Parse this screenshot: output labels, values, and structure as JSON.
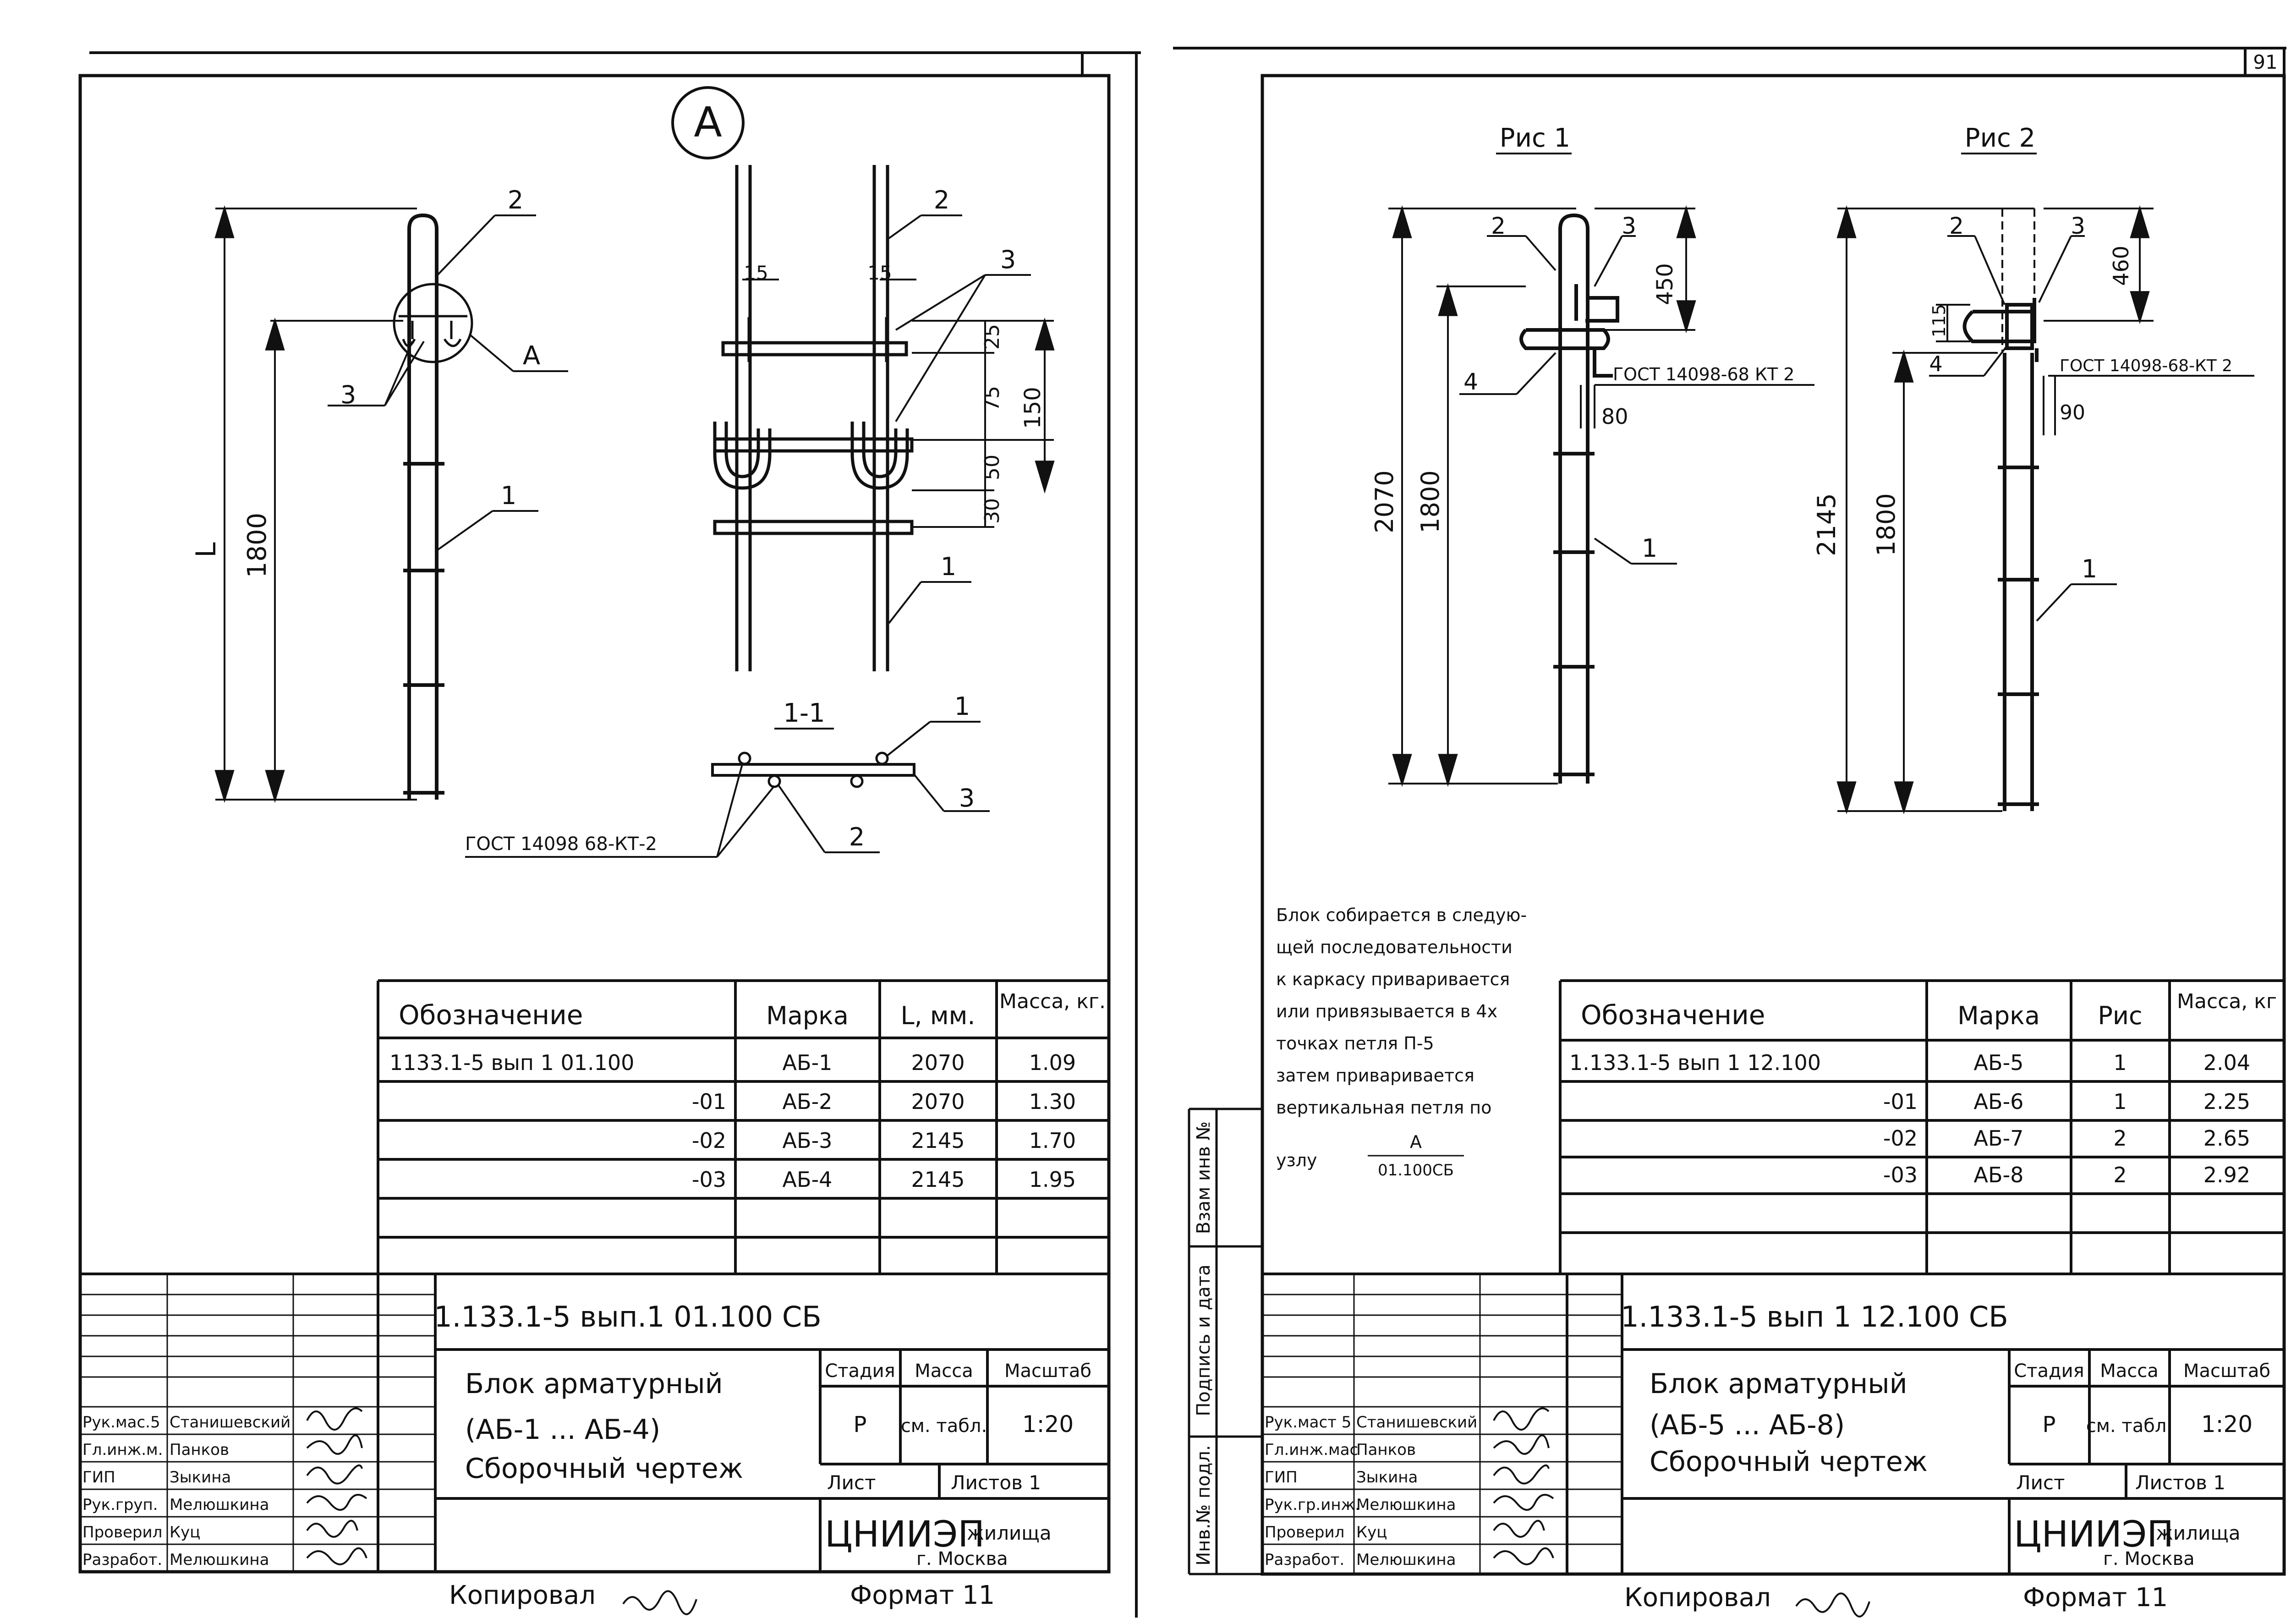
{
  "page_number": "91",
  "left_sheet": {
    "view_marker": "А",
    "elevation": {
      "dim_total": "L",
      "dim_1800": "1800",
      "callout_1": "1",
      "callout_2": "2",
      "callout_3": "3",
      "callout_a": "А"
    },
    "detail_a": {
      "dim_15_left": "15",
      "dim_15_right": "15",
      "dim_25": "25",
      "dim_75": "75",
      "dim_50": "50",
      "dim_30": "30",
      "dim_150": "150",
      "callout_1": "1",
      "callout_2": "2",
      "callout_3": "3"
    },
    "section": {
      "title": "1-1",
      "callout_1": "1",
      "callout_2": "2",
      "callout_3": "3",
      "weld_note": "ГОСТ 14098 68-КТ-2"
    },
    "spec_table": {
      "headers": [
        "Обозначение",
        "Марка",
        "L, мм.",
        "Масса, кг."
      ],
      "rows": [
        [
          "1133.1-5 вып 1 01.100",
          "АБ-1",
          "2070",
          "1.09"
        ],
        [
          "-01",
          "АБ-2",
          "2070",
          "1.30"
        ],
        [
          "-02",
          "АБ-3",
          "2145",
          "1.70"
        ],
        [
          "-03",
          "АБ-4",
          "2145",
          "1.95"
        ]
      ]
    },
    "title_block": {
      "doc_code": "1.133.1-5 вып.1 01.100 СБ",
      "title_lines": [
        "Блок арматурный",
        "(АБ-1 ... АБ-4)",
        "Сборочный чертеж"
      ],
      "col_stage": "Стадия",
      "col_mass": "Масса",
      "col_scale": "Масштаб",
      "stage": "Р",
      "mass": "см. табл.",
      "scale": "1:20",
      "sheet_label": "Лист",
      "sheets_label": "Листов 1",
      "org": "ЦНИИЭП",
      "org_suffix": "жилища",
      "city": "г. Москва",
      "signatures": [
        {
          "role": "Рук.мас.5",
          "name": "Станишевский"
        },
        {
          "role": "Гл.инж.м.",
          "name": "Панков"
        },
        {
          "role": "ГИП",
          "name": "Зыкина"
        },
        {
          "role": "Рук.груп.",
          "name": "Мелюшкина"
        },
        {
          "role": "Проверил",
          "name": "Куц"
        },
        {
          "role": "Разработ.",
          "name": "Мелюшкина"
        }
      ]
    },
    "footer": {
      "copied": "Копировал",
      "format": "Формат 11"
    }
  },
  "right_sheet": {
    "fig1": {
      "title": "Рис 1",
      "dim_2070": "2070",
      "dim_1800": "1800",
      "dim_450": "450",
      "dim_80": "80",
      "callout_1": "1",
      "callout_2": "2",
      "callout_3": "3",
      "callout_4": "4",
      "weld_note": "ГОСТ 14098-68 КТ 2"
    },
    "fig2": {
      "title": "Рис 2",
      "dim_2145": "2145",
      "dim_1800": "1800",
      "dim_460": "460",
      "dim_115": "115",
      "dim_90": "90",
      "callout_1": "1",
      "callout_2": "2",
      "callout_3": "3",
      "callout_4": "4",
      "weld_note": "ГОСТ 14098-68-КТ 2"
    },
    "note_lines": [
      "Блок собирается в следую-",
      "щей последовательности",
      "к каркасу приваривается",
      "или привязывается в 4х",
      "точках петля П-5",
      "затем приваривается",
      "вертикальная петля по"
    ],
    "note_node": "узлу",
    "note_frac_top": "А",
    "note_frac_bottom": "01.100СБ",
    "spec_table": {
      "headers": [
        "Обозначение",
        "Марка",
        "Рис",
        "Масса, кг"
      ],
      "rows": [
        [
          "1.133.1-5 вып 1 12.100",
          "АБ-5",
          "1",
          "2.04"
        ],
        [
          "-01",
          "АБ-6",
          "1",
          "2.25"
        ],
        [
          "-02",
          "АБ-7",
          "2",
          "2.65"
        ],
        [
          "-03",
          "АБ-8",
          "2",
          "2.92"
        ]
      ]
    },
    "side_labels": [
      "Инв.№ подл.",
      "Подпись и дата",
      "Взам инв №"
    ],
    "title_block": {
      "doc_code": "1.133.1-5 вып 1 12.100 СБ",
      "title_lines": [
        "Блок арматурный",
        "(АБ-5 ... АБ-8)",
        "Сборочный чертеж"
      ],
      "col_stage": "Стадия",
      "col_mass": "Масса",
      "col_scale": "Масштаб",
      "stage": "Р",
      "mass": "см. табл.",
      "scale": "1:20",
      "sheet_label": "Лист",
      "sheets_label": "Листов 1",
      "org": "ЦНИИЭП",
      "org_suffix": "жилища",
      "city": "г. Москва",
      "signatures": [
        {
          "role": "Рук.маст 5",
          "name": "Станишевский"
        },
        {
          "role": "Гл.инж.мас",
          "name": "Панков"
        },
        {
          "role": "ГИП",
          "name": "Зыкина"
        },
        {
          "role": "Рук.гр.инж.",
          "name": "Мелюшкина"
        },
        {
          "role": "Проверил",
          "name": "Куц"
        },
        {
          "role": "Разработ.",
          "name": "Мелюшкина"
        }
      ]
    },
    "footer": {
      "copied": "Копировал",
      "format": "Формат 11"
    }
  }
}
